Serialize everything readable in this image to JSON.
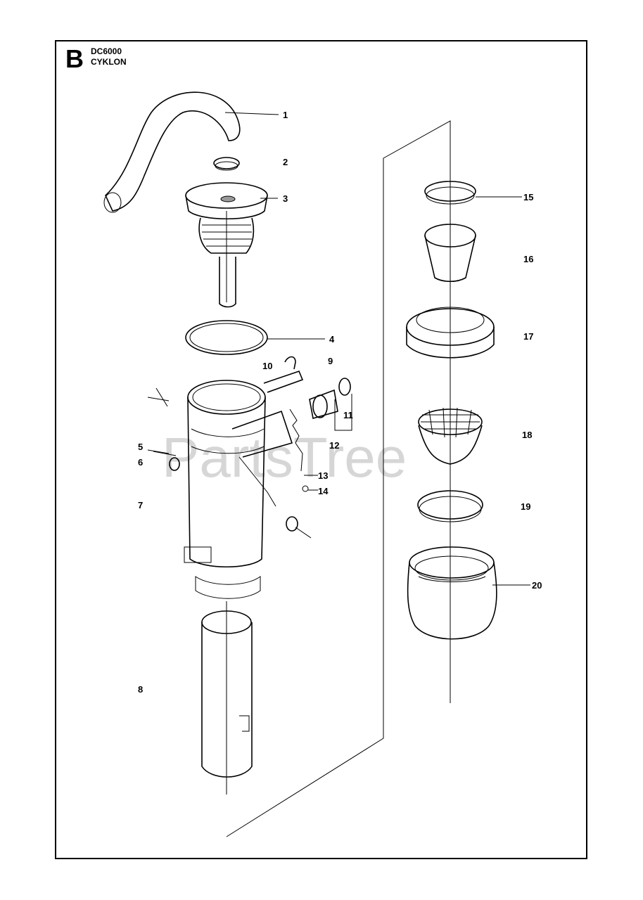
{
  "header": {
    "section_letter": "B",
    "model": "DC6000",
    "subtitle": "CYKLON"
  },
  "watermark": "PartsTree",
  "callouts": [
    "1",
    "2",
    "3",
    "4",
    "5",
    "6",
    "7",
    "8",
    "9",
    "10",
    "11",
    "12",
    "13",
    "14",
    "15",
    "16",
    "17",
    "18",
    "19",
    "20"
  ],
  "colors": {
    "line": "#000000",
    "watermark": "#cfcfcf",
    "background": "#ffffff"
  }
}
